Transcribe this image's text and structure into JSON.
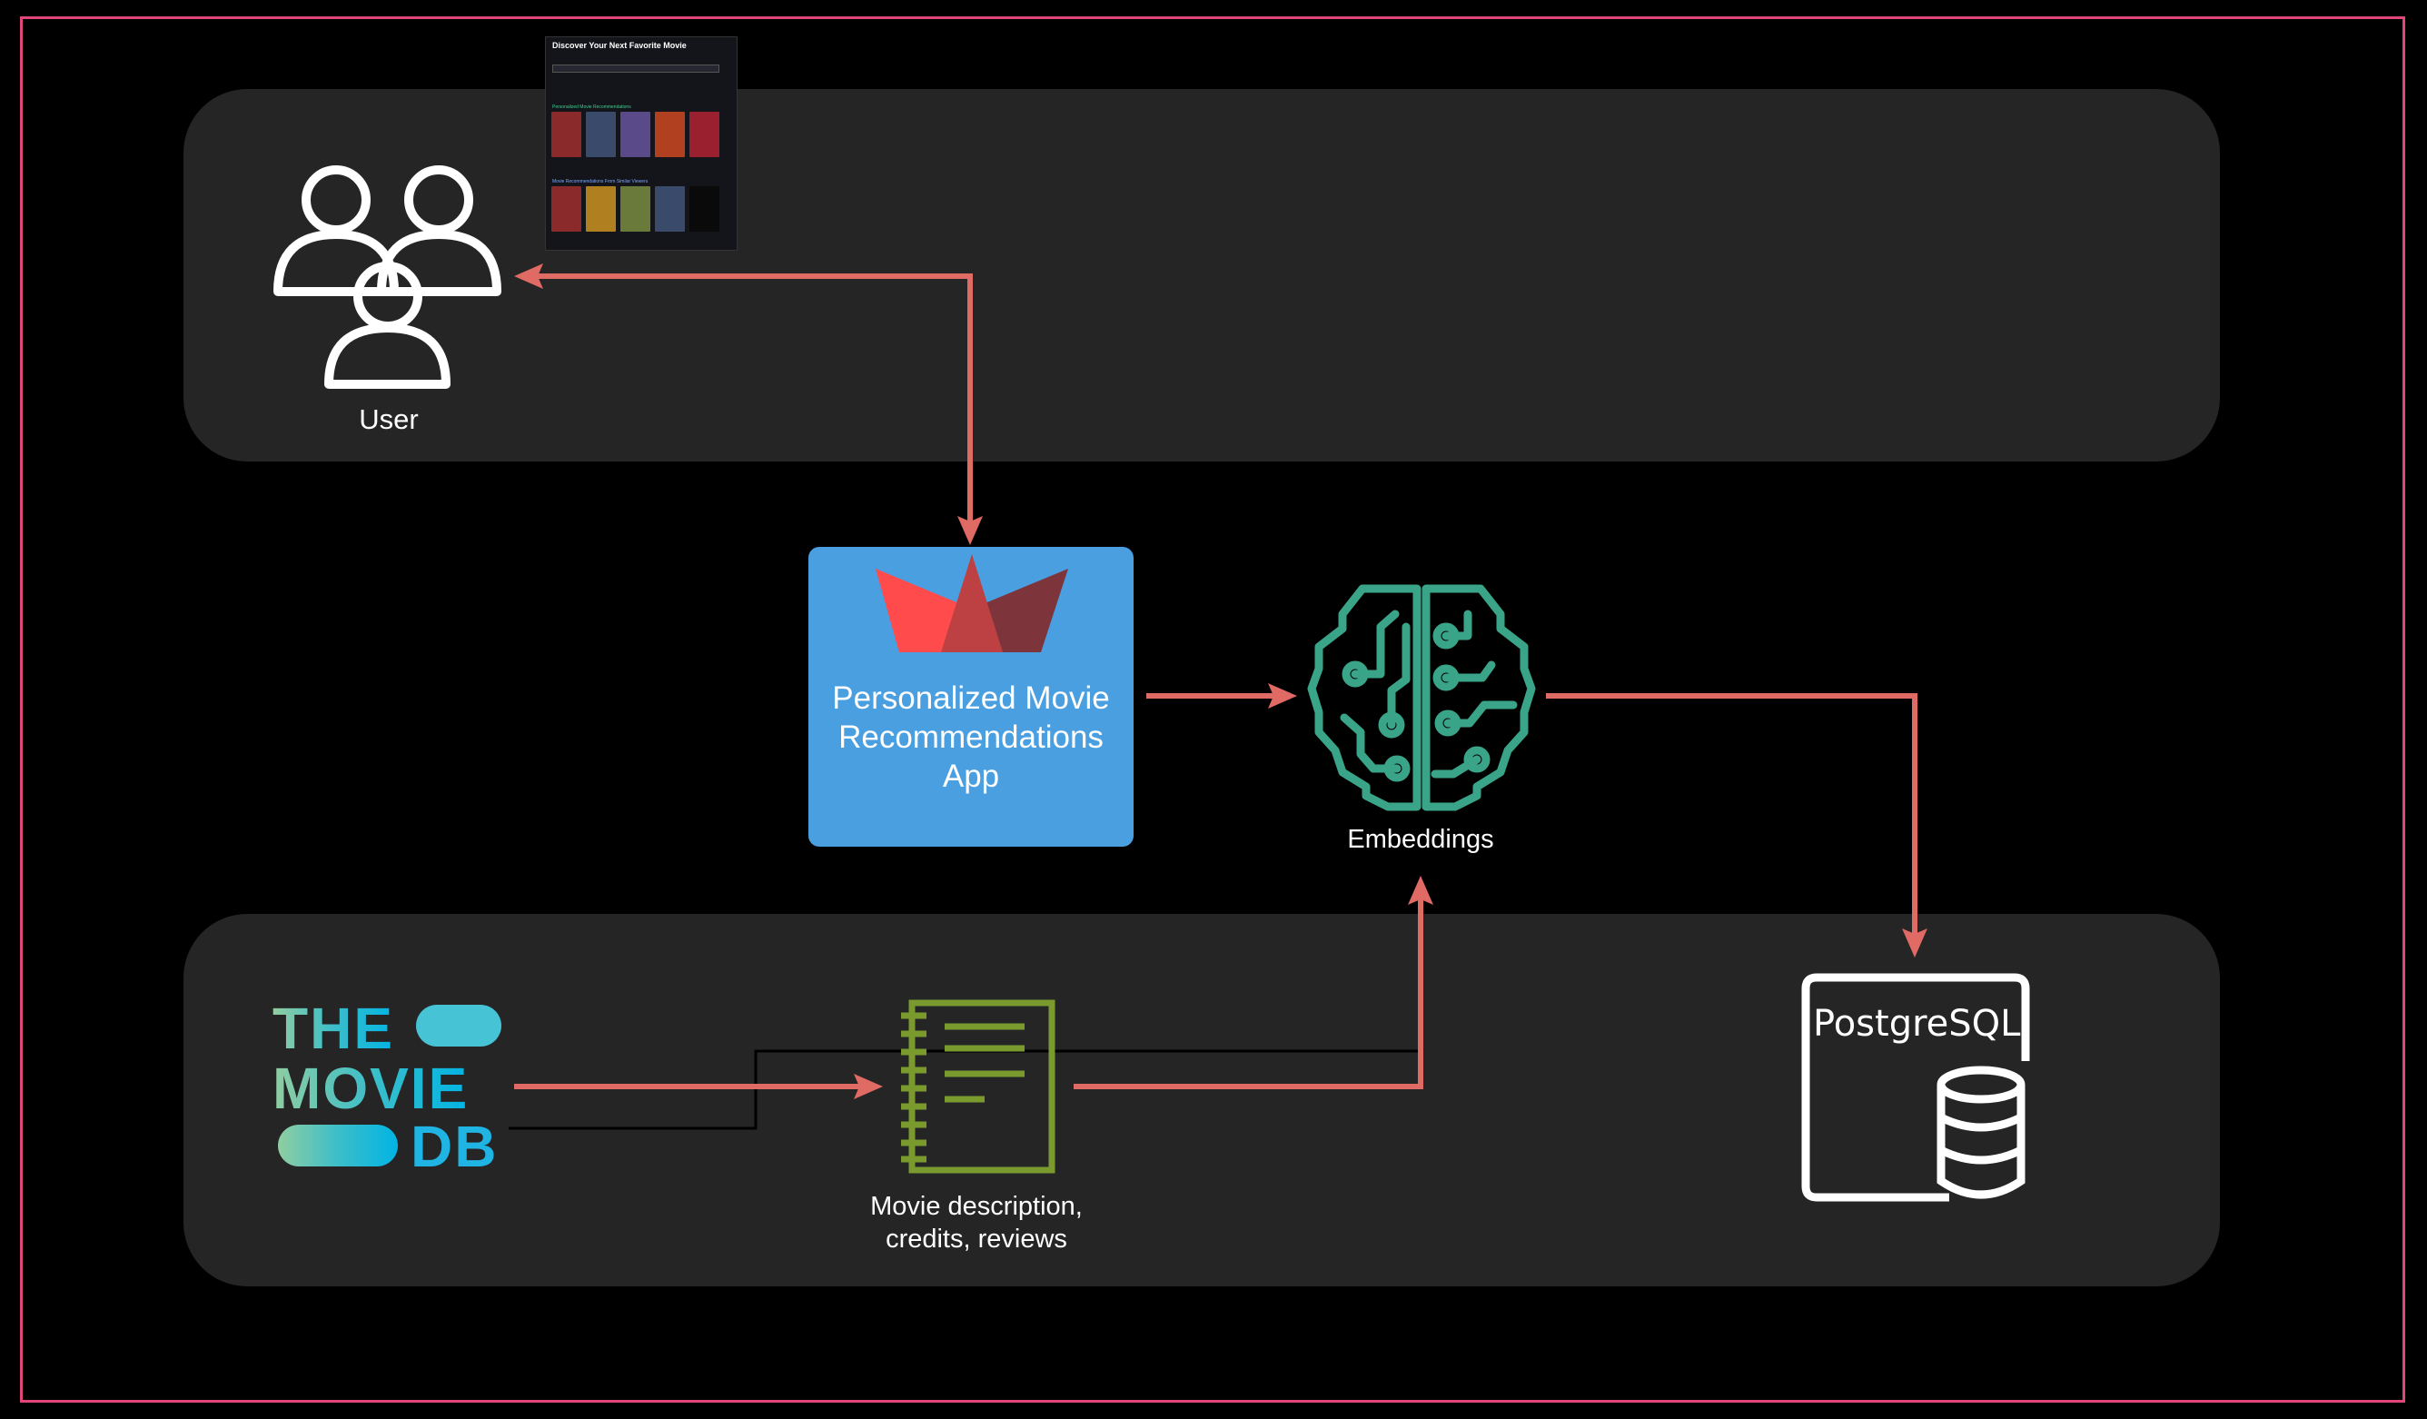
{
  "nodes": {
    "user": "User",
    "app": "Personalized Movie Recommendations App",
    "embeddings": "Embeddings",
    "source": "Movie description, credits, reviews",
    "database": "PostgreSQL"
  },
  "logo": {
    "line1": "THE",
    "line2": "MOVIE",
    "line3": "DB"
  },
  "screenshot": {
    "title": "Discover Your Next Favorite Movie",
    "section1": "Personalized Movie Recommendations",
    "section2": "Movie Recommendations From Similar Viewers"
  },
  "colors": {
    "background": "#000000",
    "frame": "#e0457b",
    "band": "#252525",
    "app_box": "#4a9fe0",
    "arrow": "#e06a64",
    "brain": "#3aa489",
    "document": "#7a9a2e",
    "logo_teal": "#8fd1b0",
    "logo_blue": "#1fb4e4"
  }
}
